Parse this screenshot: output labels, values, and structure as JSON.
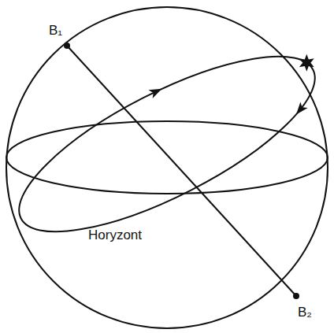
{
  "diagram": {
    "labels": [
      "B₁",
      "Horyzont",
      "B₂"
    ]
  }
}
